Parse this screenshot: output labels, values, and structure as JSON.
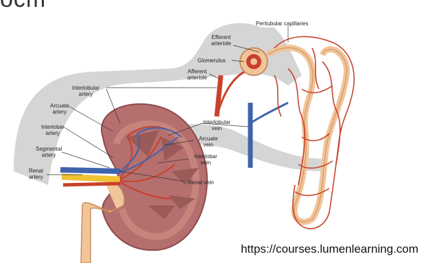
{
  "page": {
    "cropped_heading": "ocm",
    "credit": "https://courses.lumenlearning.com"
  },
  "labels": {
    "peritubular_capillaries": "Peritubular capillaries",
    "efferent_arteriole": "Efferent\narteriole",
    "glomerulus": "Glomerulus",
    "afferent_arteriole": "Afferent\narteriole",
    "interlobular_artery": "Interlobular\nartery",
    "arcuate_artery": "Arcuate\nartery",
    "interlobar_artery": "Interlobar\nartery",
    "segmental_artery": "Segmental\nartery",
    "renal_artery": "Renal\nartery",
    "interlobular_vein": "Interlobular\nvein",
    "arcuate_vein": "Arcuate\nvein",
    "interlobar_vein": "Interlobar\nvein",
    "renal_vein": "Renal vein"
  },
  "colors": {
    "artery": "#c9412b",
    "vein": "#3f63ad",
    "kidney": "#b56f6e",
    "tubule": "#f2c49a",
    "band": "#d5d5d5"
  }
}
